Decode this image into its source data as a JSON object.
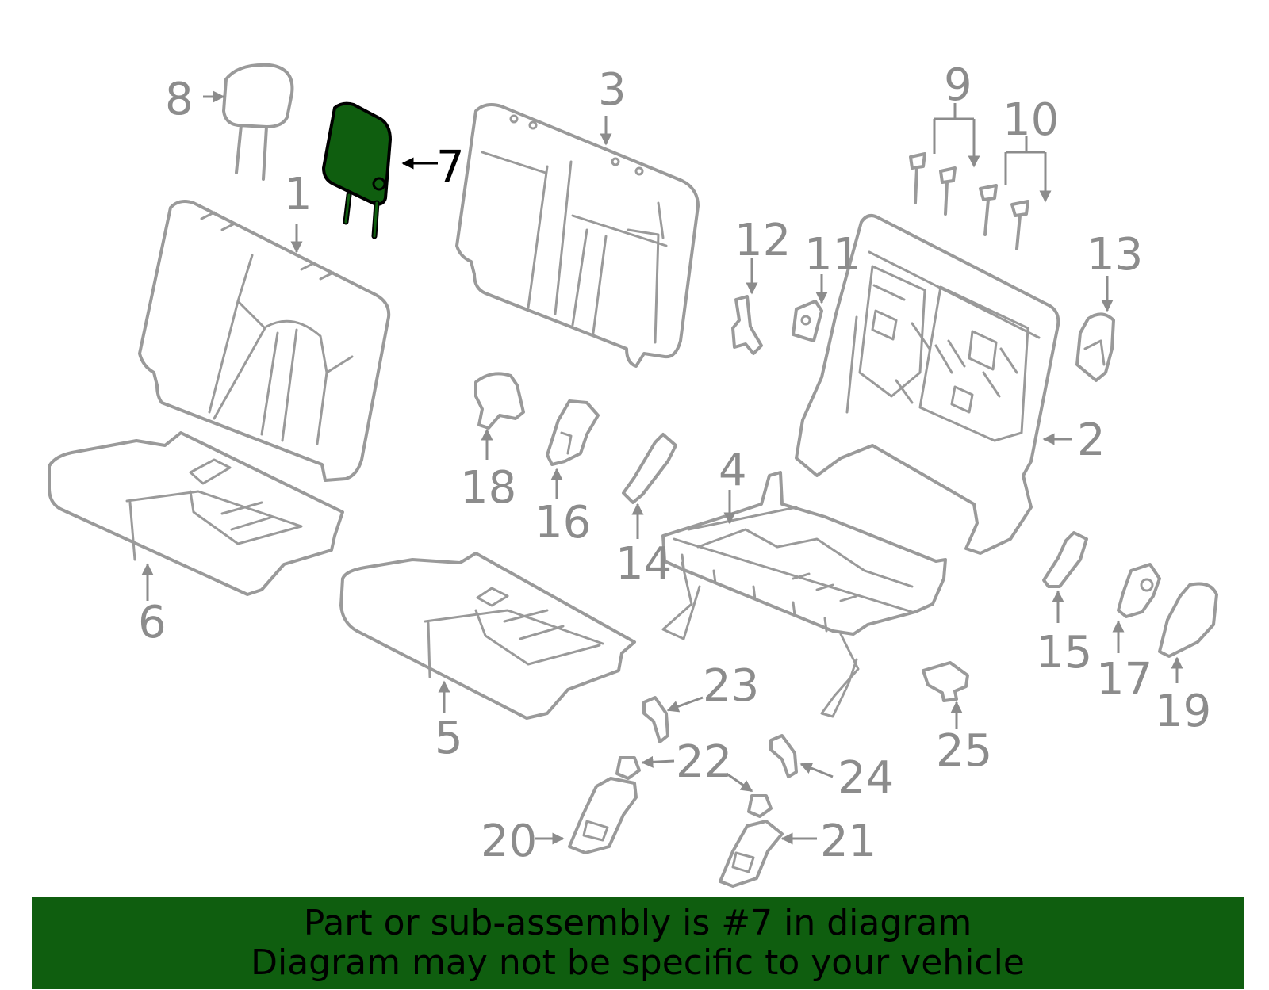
{
  "diagram": {
    "highlight_color": "#0f5e0f",
    "highlighted_part": "7",
    "callouts": {
      "c1": "1",
      "c2": "2",
      "c3": "3",
      "c4": "4",
      "c5": "5",
      "c6": "6",
      "c7": "7",
      "c8": "8",
      "c9": "9",
      "c10": "10",
      "c11": "11",
      "c12": "12",
      "c13": "13",
      "c14": "14",
      "c15": "15",
      "c16": "16",
      "c17": "17",
      "c18": "18",
      "c19": "19",
      "c20": "20",
      "c21": "21",
      "c22": "22",
      "c23": "23",
      "c24": "24",
      "c25": "25"
    }
  },
  "banner": {
    "line1": "Part or sub-assembly is #7 in diagram",
    "line2": "Diagram may not be specific to your vehicle",
    "background": "#0f5e0f"
  }
}
